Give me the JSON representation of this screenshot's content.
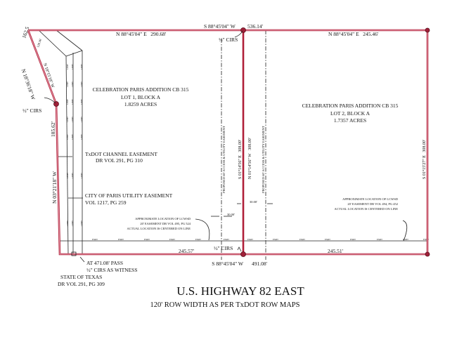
{
  "boundary_color": "#b0203a",
  "lots": [
    {
      "name": "CELEBRATION PARIS ADDITION CB 315",
      "lot": "LOT 1, BLOCK A",
      "area": "1.8259 ACRES"
    },
    {
      "name": "CELEBRATION PARIS ADDITION CB 315",
      "lot": "LOT 2, BLOCK A",
      "area": "1.7357 ACRES"
    }
  ],
  "calls": {
    "top_total_bearing": "S 88°45'04\" W",
    "top_total_distance": "536.14'",
    "top_lot1": "N 88°45'04\" E   290.68'",
    "top_lot2": "N 88°45'04\" E   245.46'",
    "bottom_bearing": "S 88°45'04\" W",
    "bottom_total_distance": "491.08'",
    "bottom_lot1": "245.57'",
    "bottom_lot2": "245.51'",
    "west_bearing": "N 03°21'18\" W",
    "west_distance": "185.62'",
    "diag_outer": "N 18°36'18\" W",
    "diag_inner": "N 18°15'18\" W",
    "diag_outer_dist": "162.5",
    "diag_inner_dist": "128.36'",
    "mid_left": "S 01°14'56\" E   308.00'",
    "mid_right": "N 01°14'56\" W   308.00'",
    "east": "S 01°15'27\" E   308.00'"
  },
  "labels": {
    "cirs": "½\" CIRS",
    "txdot_channel": "TxDOT CHANNEL EASEMENT",
    "txdot_channel_ref": "DR VOL 291, PG 310",
    "city_util": "CITY OF PARIS UTILITY EASEMENT",
    "city_util_ref": "VOL 1217, PG 259",
    "lcwsd1": [
      "APPROXIMATE LOCATION OF LCWSD",
      "20' EASEMENT DR VOL 495, PG 524",
      "ACTUAL LOCATION IS CENTERED ON LINE"
    ],
    "lcwsd2": [
      "APPROXIMATE LOCATION OF LCWSD",
      "20' EASEMENT DR VOL 494, PG 452",
      "ACTUAL LOCATION IS CENTERED ON LINE"
    ],
    "proposed_easement": "PROPOSED 60' ACCESS & UTILITY EASEMENT",
    "dim_30": "30.00'",
    "pass": "AT 471.08' PASS",
    "witness": "½\" CIRS AS WITNESS",
    "state": "STATE OF TEXAS",
    "state_ref": "DR VOL 291, PG 309",
    "esmt": "ESMT",
    "lpmt": "LPMT"
  },
  "road": {
    "title": "U.S. HIGHWAY 82 EAST",
    "subtitle": "120' ROW WIDTH AS PER TxDOT ROW MAPS"
  }
}
